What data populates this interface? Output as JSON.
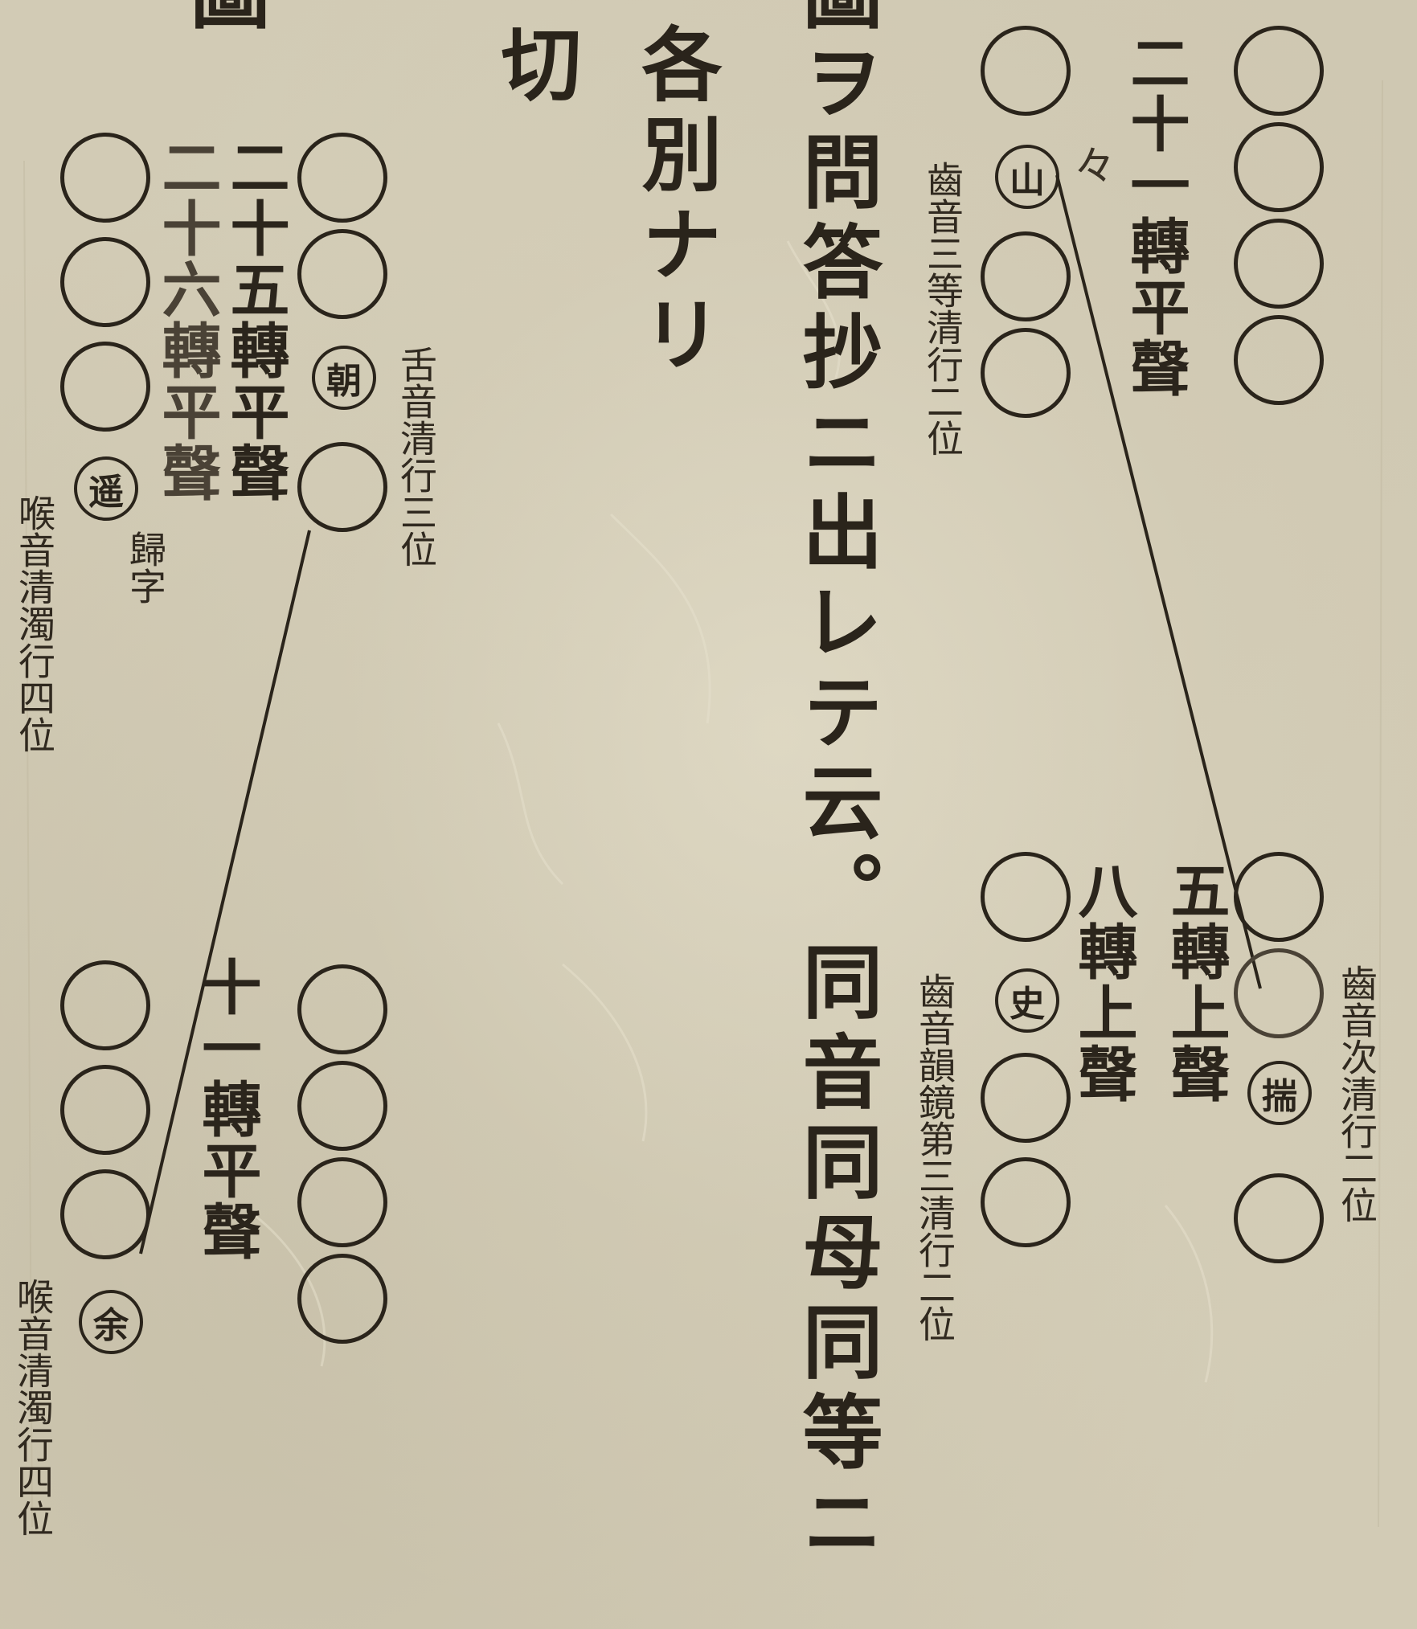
{
  "main_text": {
    "col_a": "圖ヲ問答抄ニ出レテ云。同音同母同等ニ",
    "col_b": "各別ナリ",
    "col_c": "切"
  },
  "right_group": {
    "title": "二十一轉平聲",
    "char_shan": "山",
    "note_shan": "齒音三等清行二位",
    "mark": "々",
    "label_wu": "五轉上聲",
    "label_ba": "八轉上聲",
    "char_chui": "揣",
    "note_chui": "齒音次清行二位",
    "char_shi": "史",
    "note_shi": "齒音韻鏡第三清行二位"
  },
  "left_group": {
    "label_25": "二十五轉平聲",
    "label_26": "二十六轉平聲",
    "char_chao": "朝",
    "note_chao": "舌音清行三位",
    "char_yao": "遥",
    "note_yao": "喉音清濁行四位",
    "note_guizi": "歸字",
    "label_11": "十一轉平聲",
    "char_yu": "余",
    "note_yu": "喉音清濁行四位",
    "top_fragment": "圖"
  }
}
